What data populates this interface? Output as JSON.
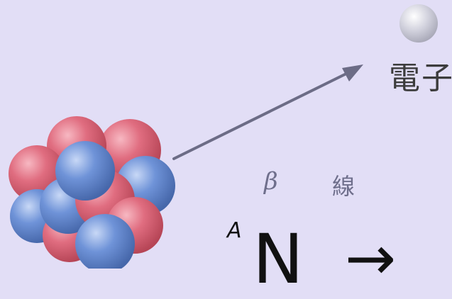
{
  "electron": {
    "label": "電子",
    "color": "#c8c8d2"
  },
  "beta_ray": {
    "symbol": "β",
    "word": "線"
  },
  "formula": {
    "mass_number": "A",
    "symbol": "N",
    "arrow": "→"
  },
  "nucleus": {
    "proton_color": "#e06d80",
    "neutron_color": "#6f93d8"
  },
  "colors": {
    "background": "#e2def6",
    "arrow": "#6c6c86"
  }
}
